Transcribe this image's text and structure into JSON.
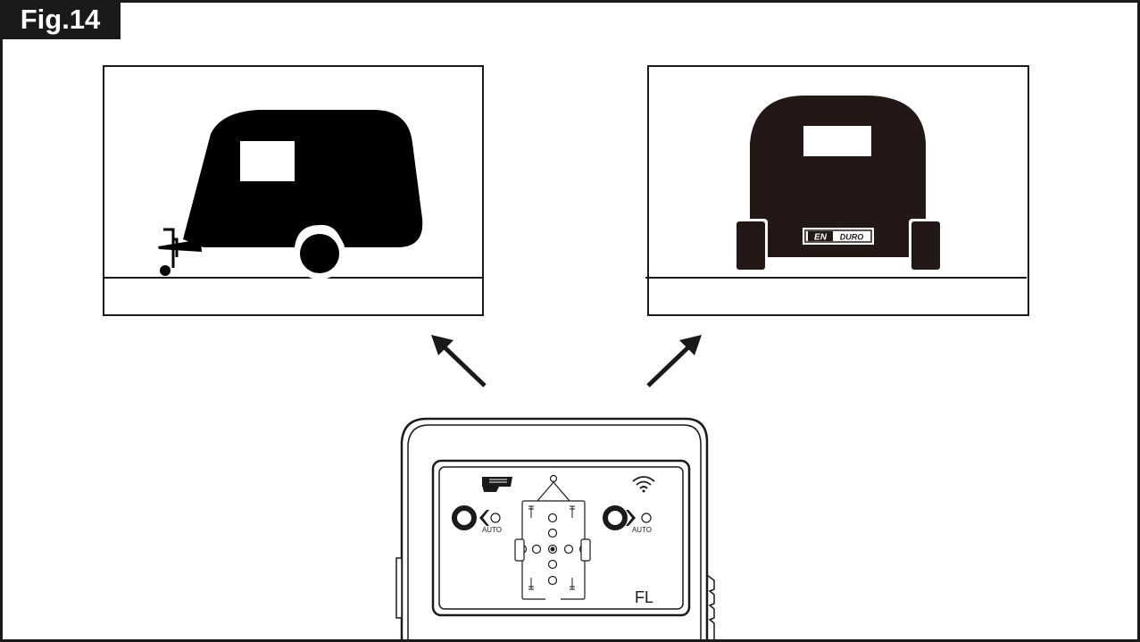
{
  "figure": {
    "label": "Fig.14"
  },
  "right_panel": {
    "logo_part1": "EN",
    "logo_part2": "DURO"
  },
  "remote": {
    "left_button_caption": "AUTO",
    "right_button_caption": "AUTO",
    "corner_label": "FL"
  },
  "icons": [
    "caravan-side-view",
    "caravan-rear-view",
    "arrow-up-left",
    "arrow-up-right",
    "remote-control",
    "light-icon",
    "wifi-icon"
  ],
  "colors": {
    "ink": "#1a1a1a",
    "fill": "#000000",
    "rear_fill": "#231815",
    "background": "#ffffff"
  }
}
